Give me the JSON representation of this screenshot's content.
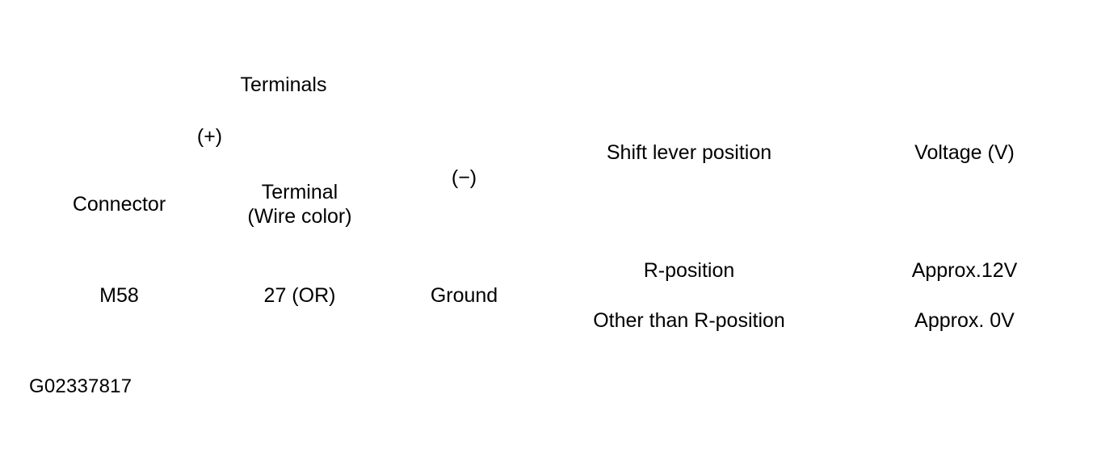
{
  "table": {
    "group_header": "Terminals",
    "polarity_positive": "(+)",
    "polarity_negative": "(−)",
    "columns": {
      "connector": "Connector",
      "terminal_line1": "Terminal",
      "terminal_line2": "(Wire color)",
      "shift_lever_position": "Shift lever position",
      "voltage": "Voltage (V)"
    },
    "rows": [
      {
        "connector": "M58",
        "terminal": "27 (OR)",
        "negative": "Ground",
        "shift_lever_position": "R-position",
        "voltage": "Approx.12V"
      },
      {
        "shift_lever_position": "Other than R-position",
        "voltage": "Approx. 0V"
      }
    ]
  },
  "caption": "G02337817",
  "colors": {
    "rule": "#000000",
    "text": "#000000",
    "background": "#ffffff"
  }
}
